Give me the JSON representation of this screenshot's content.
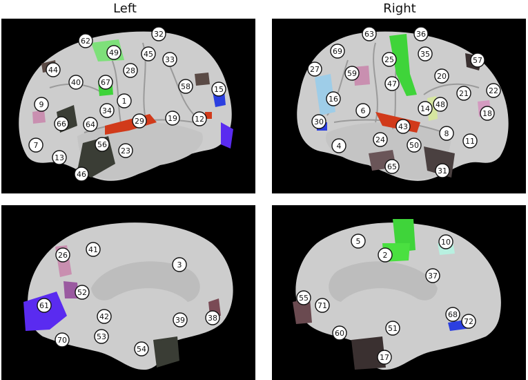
{
  "titles": {
    "left": "Left",
    "right": "Right"
  },
  "panels": {
    "left_lateral": {
      "labels": [
        "62",
        "32",
        "49",
        "45",
        "33",
        "44",
        "28",
        "40",
        "67",
        "58",
        "15",
        "9",
        "1",
        "34",
        "29",
        "19",
        "12",
        "66",
        "64",
        "7",
        "56",
        "23",
        "13",
        "46"
      ]
    },
    "right_lateral": {
      "labels": [
        "63",
        "36",
        "69",
        "25",
        "35",
        "57",
        "27",
        "59",
        "20",
        "47",
        "22",
        "16",
        "21",
        "6",
        "14",
        "48",
        "18",
        "30",
        "43",
        "8",
        "24",
        "50",
        "11",
        "4",
        "65",
        "31"
      ]
    },
    "left_medial": {
      "labels": [
        "41",
        "26",
        "3",
        "52",
        "61",
        "42",
        "39",
        "38",
        "70",
        "53",
        "54"
      ]
    },
    "right_medial": {
      "labels": [
        "5",
        "10",
        "2",
        "37",
        "55",
        "71",
        "68",
        "72",
        "51",
        "60",
        "17"
      ]
    }
  },
  "colors": {
    "brain": "#cdcdcd",
    "background": "#000000",
    "red": "#d13a1a",
    "green": "#3fd43a",
    "blue": "#2b3fe0",
    "violet": "#5a2bf0",
    "pink": "#c98fb0",
    "dark": "#4a4040"
  }
}
